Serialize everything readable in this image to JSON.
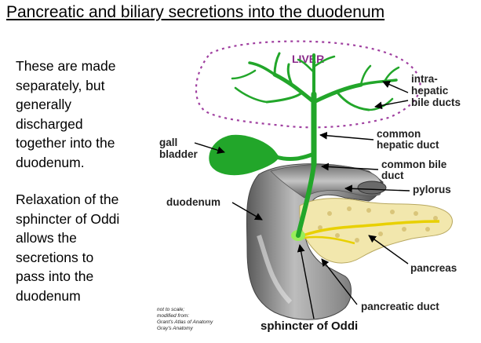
{
  "title": "Pancreatic and biliary secretions into the duodenum",
  "paragraph1": [
    "These are made",
    "separately, but",
    "generally",
    "discharged",
    "together into the",
    "duodenum."
  ],
  "paragraph2": [
    "Relaxation of the",
    "sphincter of Oddi",
    "allows the",
    "secretions to",
    "pass into the",
    "duodenum"
  ],
  "diagram": {
    "liver": "LIVER",
    "intrahepatic": [
      "intra-",
      "hepatic",
      "bile ducts"
    ],
    "common_hepatic": [
      "common",
      "hepatic duct"
    ],
    "common_bile": [
      "common bile",
      "duct"
    ],
    "gall_bladder": [
      "gall",
      "bladder"
    ],
    "pylorus": "pylorus",
    "duodenum": "duodenum",
    "pancreas": "pancreas",
    "pancreatic_duct": "pancreatic duct",
    "sphincter": "sphincter of Oddi",
    "credit": [
      "not to scale;",
      "modified from:",
      "Grant's Atlas of Anatomy",
      "Gray's Anatomy"
    ]
  },
  "colors": {
    "bile": "#22a62a",
    "liver_outline": "#a040a0",
    "duodenum": "#8c8c8c",
    "pancreas": "#f2e7ad",
    "pancreatic_duct": "#e8d000",
    "sphincter": "#9aee5a"
  }
}
